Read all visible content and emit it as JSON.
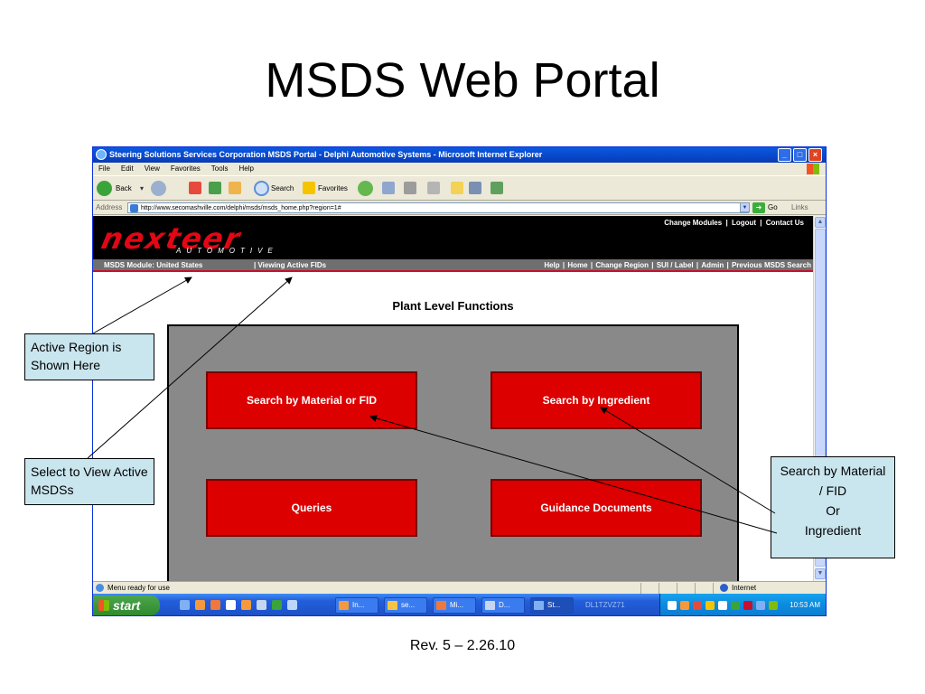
{
  "slide": {
    "title": "MSDS Web Portal",
    "footer": "Rev. 5 – 2.26.10"
  },
  "browser": {
    "title": "Steering Solutions Services Corporation MSDS Portal - Delphi Automotive Systems - Microsoft Internet Explorer",
    "menu": [
      "File",
      "Edit",
      "View",
      "Favorites",
      "Tools",
      "Help"
    ],
    "toolbar": {
      "back": "Back",
      "search": "Search",
      "favorites": "Favorites"
    },
    "address_label": "Address",
    "address_value": "http://www.secomashville.com/delphi/msds/msds_home.php?region=1#",
    "go_label": "Go",
    "links_label": "Links",
    "status_text": "Menu ready for use",
    "zone_text": "Internet"
  },
  "page": {
    "logo": "nexteer",
    "logo_sub": "AUTOMOTIVE",
    "top_links": [
      "Change Modules",
      "|",
      "Logout",
      "|",
      "Contact Us"
    ],
    "module_label": "MSDS Module:  United States",
    "viewing_label": "| Viewing Active FIDs",
    "nav_links": [
      "Help",
      "|",
      "Home",
      "|",
      "Change Region",
      "|",
      "SUI / Label",
      "|",
      "Admin",
      "|",
      "Previous MSDS Search"
    ],
    "plant_title": "Plant Level Functions",
    "buttons": {
      "search_material": "Search by Material or FID",
      "search_ingredient": "Search by Ingredient",
      "queries": "Queries",
      "guidance": "Guidance Documents"
    }
  },
  "taskbar": {
    "start": "start",
    "tasks": [
      "In...",
      "se...",
      "Mi...",
      "D...",
      "St..."
    ],
    "machine": "DL1TZVZ71",
    "clock": "10:53 AM"
  },
  "callouts": {
    "region": "Active Region is Shown Here",
    "view": "Select to View Active MSDSs",
    "search_line1": "Search by Material / FID",
    "search_line2": "Or",
    "search_line3": "Ingredient"
  },
  "colors": {
    "brand_red": "#dc0000",
    "panel_gray": "#898989",
    "callout_bg": "#c9e5ee",
    "xp_blue": "#245edb"
  }
}
